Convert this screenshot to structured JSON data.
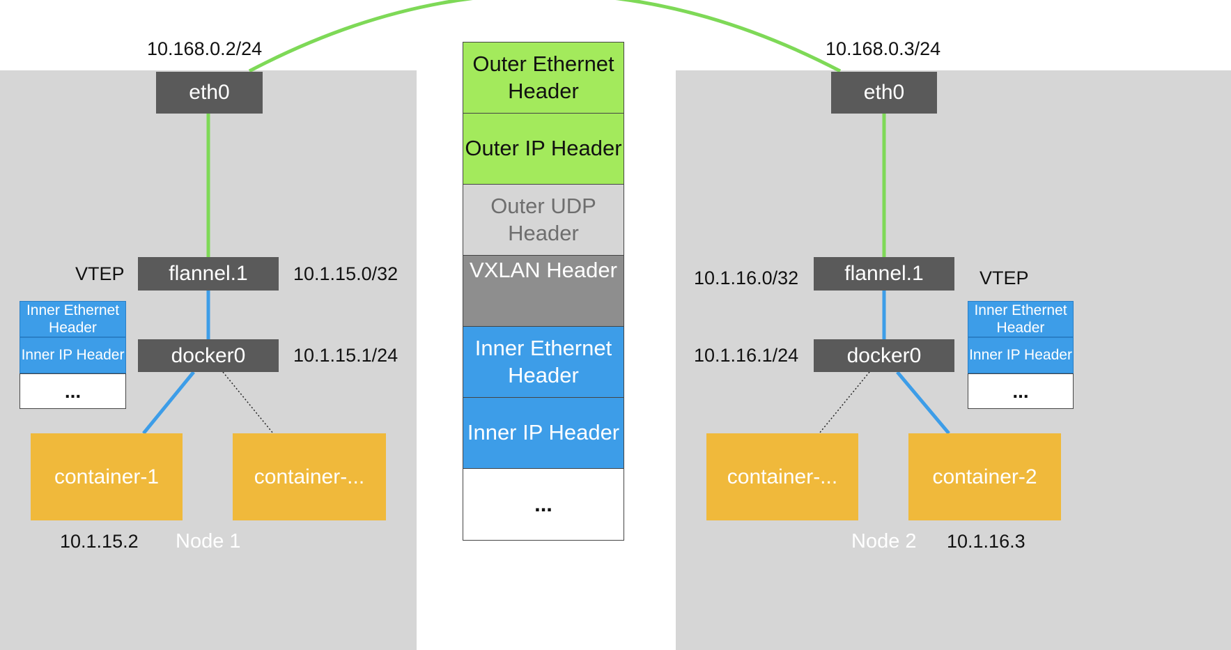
{
  "nodes": [
    {
      "name": "Node 1",
      "eth0": {
        "label": "eth0",
        "ip": "10.168.0.2/24"
      },
      "flannel": {
        "label": "flannel.1",
        "ip": "10.1.15.0/32",
        "vtep": "VTEP"
      },
      "docker": {
        "label": "docker0",
        "ip": "10.1.15.1/24"
      },
      "containers": [
        {
          "label": "container-1",
          "ip": "10.1.15.2"
        },
        {
          "label": "container-..."
        }
      ],
      "mini_packet": [
        "Inner Ethernet Header",
        "Inner IP Header",
        "..."
      ]
    },
    {
      "name": "Node 2",
      "eth0": {
        "label": "eth0",
        "ip": "10.168.0.3/24"
      },
      "flannel": {
        "label": "flannel.1",
        "ip": "10.1.16.0/32",
        "vtep": "VTEP"
      },
      "docker": {
        "label": "docker0",
        "ip": "10.1.16.1/24"
      },
      "containers": [
        {
          "label": "container-..."
        },
        {
          "label": "container-2",
          "ip": "10.1.16.3"
        }
      ],
      "mini_packet": [
        "Inner Ethernet Header",
        "Inner IP Header",
        "..."
      ]
    }
  ],
  "packet": [
    {
      "label": "Outer Ethernet Header",
      "color": "#a3ea5c",
      "text_color": "#111111"
    },
    {
      "label": "Outer IP Header",
      "color": "#a3ea5c",
      "text_color": "#111111"
    },
    {
      "label": "Outer UDP Header",
      "color": "#d6d6d6",
      "text_color": "#6e6e6e"
    },
    {
      "label": "VXLAN Header",
      "color": "#8e8e8e",
      "text_color": "#ffffff"
    },
    {
      "label": "Inner Ethernet Header",
      "color": "#3d9de8",
      "text_color": "#ffffff"
    },
    {
      "label": "Inner IP Header",
      "color": "#3d9de8",
      "text_color": "#ffffff"
    },
    {
      "label": "...",
      "color": "#ffffff",
      "text_color": "#111111"
    }
  ],
  "colors": {
    "green_link": "#7ed957",
    "blue_link": "#3d9de8",
    "node_bg": "#d6d6d6",
    "device": "#5a5a5a",
    "container": "#f0b93b"
  }
}
